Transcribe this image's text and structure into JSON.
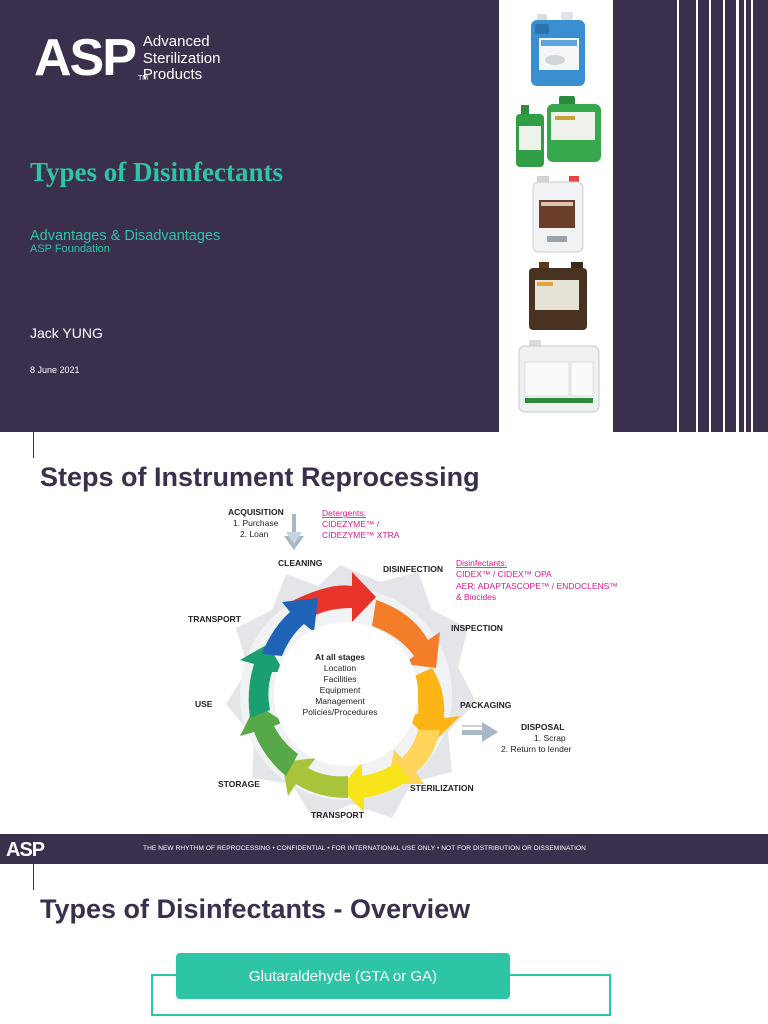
{
  "slide1": {
    "logo": {
      "mark": "ASP",
      "tm": "TM",
      "lines": [
        "Advanced",
        "Sterilization",
        "Products"
      ]
    },
    "title": "Types of Disinfectants",
    "subtitle": "Advantages & Disadvantages",
    "subtitle2": "ASP Foundation",
    "author": "Jack YUNG",
    "date": "8 June 2021",
    "colors": {
      "background": "#3b2f4e",
      "accent": "#2ec4a6"
    }
  },
  "slide2": {
    "title": "Steps of Instrument Reprocessing",
    "labels": {
      "acquisition": "ACQUISITION",
      "acquisition_1": "1. Purchase",
      "acquisition_2": "2. Loan",
      "cleaning": "CLEANING",
      "disinfection": "DISINFECTION",
      "inspection": "INSPECTION",
      "packaging": "PACKAGING",
      "sterilization": "STERILIZATION",
      "transport_bottom": "TRANSPORT",
      "storage": "STORAGE",
      "use": "USE",
      "transport_left": "TRANSPORT",
      "disposal": "DISPOSAL",
      "disposal_1": "1. Scrap",
      "disposal_2": "2. Return to lender"
    },
    "center": {
      "heading": "At all stages",
      "items": [
        "Location",
        "Facilities",
        "Equipment",
        "Management",
        "Policies/Procedures"
      ]
    },
    "detergents": {
      "heading": "Detergents:",
      "line1": "CIDEZYME™ /",
      "line2": "CIDEZYME™ XTRA"
    },
    "disinfectants": {
      "heading": "Disinfectants:",
      "line1": "CIDEX™ / CIDEX™ OPA",
      "line2": "AER: ADAPTASCOPE™ / ENDOCLENS™",
      "line3": "& Biocides"
    },
    "footer": {
      "logo": "ASP",
      "text": "THE NEW RHYTHM OF REPROCESSING • CONFIDENTIAL • FOR INTERNATIONAL USE ONLY • NOT FOR DISTRIBUTION OR DISSEMINATION"
    },
    "colors": {
      "annotation": "#e0188c"
    }
  },
  "slide3": {
    "title": "Types of Disinfectants - Overview",
    "box_label": "Glutaraldehyde (GTA or GA)"
  }
}
